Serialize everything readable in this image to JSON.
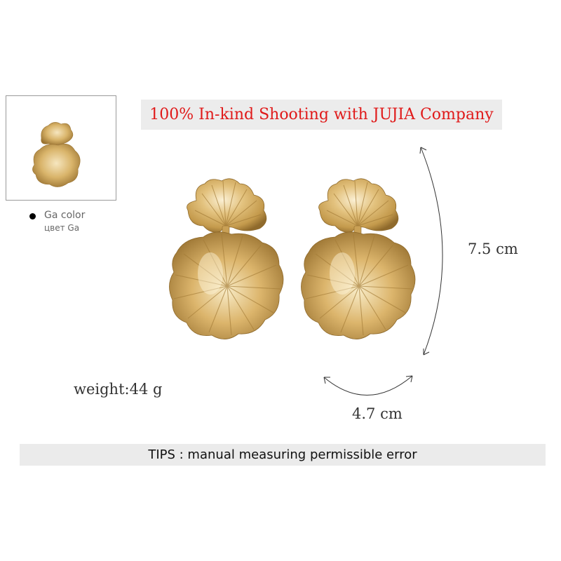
{
  "banner": {
    "text": "100% In-kind Shooting with JUJIA Company"
  },
  "color_option": {
    "label": "Ga color",
    "label_ru": "цвет Ga",
    "swatch_color": "#000000"
  },
  "product": {
    "metal_color": "#d9b46a",
    "highlight_color": "#f6e6bf",
    "shadow_color": "#9b7432"
  },
  "dimensions": {
    "height": "7.5 cm",
    "width": "4.7 cm",
    "weight": "weight:44 g"
  },
  "tips": {
    "text": "TIPS : manual measuring permissible error"
  }
}
